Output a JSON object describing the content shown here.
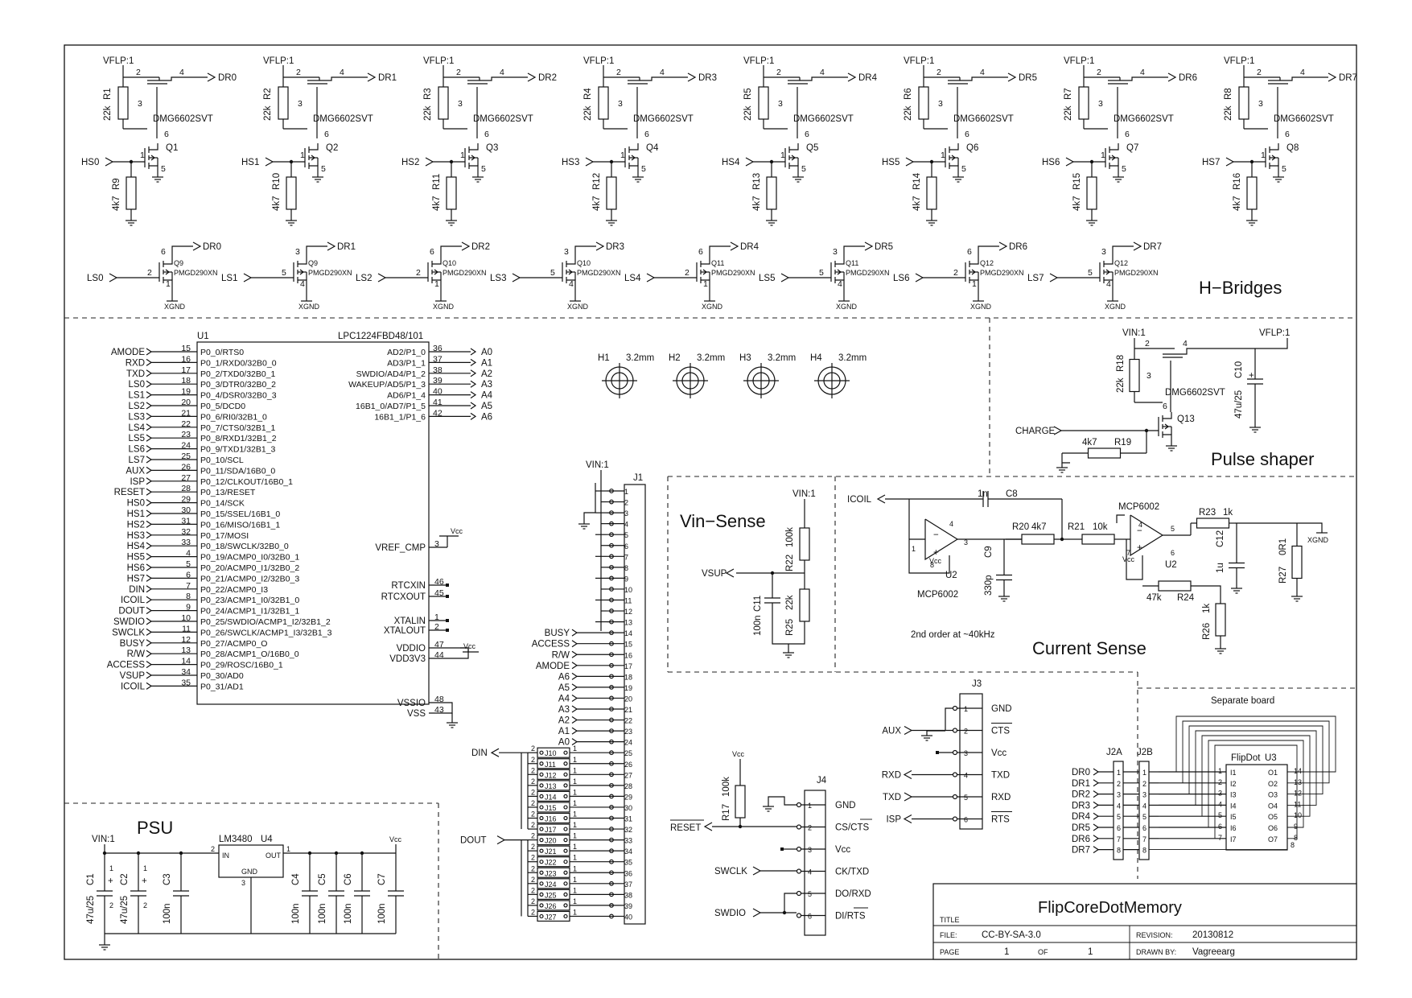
{
  "title_block": {
    "title_label": "TITLE",
    "title": "FlipCoreDotMemory",
    "file_label": "FILE:",
    "file": "CC-BY-SA-3.0",
    "revision_label": "REVISION:",
    "revision": "20130812",
    "page_label": "PAGE",
    "page": "1",
    "of_label": "OF",
    "of": "1",
    "drawn_label": "DRAWN BY:",
    "drawn": "Vagreearg"
  },
  "sections": {
    "hbridges": "H−Bridges",
    "pulse": "Pulse shaper",
    "vin_sense": "Vin−Sense",
    "current_sense": "Current Sense",
    "psu": "PSU",
    "separate": "Separate board"
  },
  "hbridge": {
    "high_side": [
      {
        "rail": "VFLP:1",
        "r": "R1",
        "rv": "22k",
        "q": "Q1",
        "hs": "HS0",
        "rpd": "R9",
        "dr": "DR0"
      },
      {
        "rail": "VFLP:1",
        "r": "R2",
        "rv": "22k",
        "q": "Q2",
        "hs": "HS1",
        "rpd": "R10",
        "dr": "DR1"
      },
      {
        "rail": "VFLP:1",
        "r": "R3",
        "rv": "22k",
        "q": "Q3",
        "hs": "HS2",
        "rpd": "R11",
        "dr": "DR2"
      },
      {
        "rail": "VFLP:1",
        "r": "R4",
        "rv": "22k",
        "q": "Q4",
        "hs": "HS3",
        "rpd": "R12",
        "dr": "DR3"
      },
      {
        "rail": "VFLP:1",
        "r": "R5",
        "rv": "22k",
        "q": "Q5",
        "hs": "HS4",
        "rpd": "R13",
        "dr": "DR4"
      },
      {
        "rail": "VFLP:1",
        "r": "R6",
        "rv": "22k",
        "q": "Q6",
        "hs": "HS5",
        "rpd": "R14",
        "dr": "DR5"
      },
      {
        "rail": "VFLP:1",
        "r": "R7",
        "rv": "22k",
        "q": "Q7",
        "hs": "HS6",
        "rpd": "R15",
        "dr": "DR6"
      },
      {
        "rail": "VFLP:1",
        "r": "R8",
        "rv": "22k",
        "q": "Q8",
        "hs": "HS7",
        "rpd": "R16",
        "dr": "DR7"
      }
    ],
    "part_high": "DMG6602SVT",
    "pd_value": "4k7",
    "low_side": [
      {
        "ls": "LS0",
        "q": "Q9",
        "dr": "DR0",
        "pin_top": "6",
        "pin_g": "2",
        "pin_b": "1"
      },
      {
        "ls": "LS1",
        "q": "Q9",
        "dr": "DR1",
        "pin_top": "3",
        "pin_g": "5",
        "pin_b": "4"
      },
      {
        "ls": "LS2",
        "q": "Q10",
        "dr": "DR2",
        "pin_top": "6",
        "pin_g": "2",
        "pin_b": "1"
      },
      {
        "ls": "LS3",
        "q": "Q10",
        "dr": "DR3",
        "pin_top": "3",
        "pin_g": "5",
        "pin_b": "4"
      },
      {
        "ls": "LS4",
        "q": "Q11",
        "dr": "DR4",
        "pin_top": "6",
        "pin_g": "2",
        "pin_b": "1"
      },
      {
        "ls": "LS5",
        "q": "Q11",
        "dr": "DR5",
        "pin_top": "3",
        "pin_g": "5",
        "pin_b": "4"
      },
      {
        "ls": "LS6",
        "q": "Q12",
        "dr": "DR6",
        "pin_top": "6",
        "pin_g": "2",
        "pin_b": "1"
      },
      {
        "ls": "LS7",
        "q": "Q12",
        "dr": "DR7",
        "pin_top": "3",
        "pin_g": "5",
        "pin_b": "4"
      }
    ],
    "part_low": "PMGD290XN",
    "xgnd": "XGND"
  },
  "mcu": {
    "ref": "U1",
    "part": "LPC1224FBD48/101",
    "left": [
      {
        "net": "AMODE",
        "pin": "15",
        "fn": "P0_0/RTS0"
      },
      {
        "net": "RXD",
        "pin": "16",
        "fn": "P0_1/RXD0/32B0_0"
      },
      {
        "net": "TXD",
        "pin": "17",
        "fn": "P0_2/TXD0/32B0_1"
      },
      {
        "net": "LS0",
        "pin": "18",
        "fn": "P0_3/DTR0/32B0_2"
      },
      {
        "net": "LS1",
        "pin": "19",
        "fn": "P0_4/DSR0/32B0_3"
      },
      {
        "net": "LS2",
        "pin": "20",
        "fn": "P0_5/DCD0"
      },
      {
        "net": "LS3",
        "pin": "21",
        "fn": "P0_6/RI0/32B1_0"
      },
      {
        "net": "LS4",
        "pin": "22",
        "fn": "P0_7/CTS0/32B1_1"
      },
      {
        "net": "LS5",
        "pin": "23",
        "fn": "P0_8/RXD1/32B1_2"
      },
      {
        "net": "LS6",
        "pin": "24",
        "fn": "P0_9/TXD1/32B1_3"
      },
      {
        "net": "LS7",
        "pin": "25",
        "fn": "P0_10/SCL"
      },
      {
        "net": "AUX",
        "pin": "26",
        "fn": "P0_11/SDA/16B0_0"
      },
      {
        "net": "ISP",
        "pin": "27",
        "fn": "P0_12/CLKOUT/16B0_1"
      },
      {
        "net": "RESET",
        "pin": "28",
        "fn": "P0_13/RESET"
      },
      {
        "net": "HS0",
        "pin": "29",
        "fn": "P0_14/SCK"
      },
      {
        "net": "HS1",
        "pin": "30",
        "fn": "P0_15/SSEL/16B1_0"
      },
      {
        "net": "HS2",
        "pin": "31",
        "fn": "P0_16/MISO/16B1_1"
      },
      {
        "net": "HS3",
        "pin": "32",
        "fn": "P0_17/MOSI"
      },
      {
        "net": "HS4",
        "pin": "33",
        "fn": "P0_18/SWCLK/32B0_0"
      },
      {
        "net": "HS5",
        "pin": "4",
        "fn": "P0_19/ACMP0_I0/32B0_1"
      },
      {
        "net": "HS6",
        "pin": "5",
        "fn": "P0_20/ACMP0_I1/32B0_2"
      },
      {
        "net": "HS7",
        "pin": "6",
        "fn": "P0_21/ACMP0_I2/32B0_3"
      },
      {
        "net": "DIN",
        "pin": "7",
        "fn": "P0_22/ACMP0_I3"
      },
      {
        "net": "ICOIL",
        "pin": "8",
        "fn": "P0_23/ACMP1_I0/32B1_0"
      },
      {
        "net": "DOUT",
        "pin": "9",
        "fn": "P0_24/ACMP1_I1/32B1_1"
      },
      {
        "net": "SWDIO",
        "pin": "10",
        "fn": "P0_25/SWDIO/ACMP1_I2/32B1_2"
      },
      {
        "net": "SWCLK",
        "pin": "11",
        "fn": "P0_26/SWCLK/ACMP1_I3/32B1_3"
      },
      {
        "net": "BUSY",
        "pin": "12",
        "fn": "P0_27/ACMP0_O"
      },
      {
        "net": "R/W",
        "pin": "13",
        "fn": "P0_28/ACMP1_O/16B0_0"
      },
      {
        "net": "ACCESS",
        "pin": "14",
        "fn": "P0_29/ROSC/16B0_1"
      },
      {
        "net": "VSUP",
        "pin": "34",
        "fn": "P0_30/AD0"
      },
      {
        "net": "ICOIL",
        "pin": "35",
        "fn": "P0_31/AD1"
      }
    ],
    "right_ad": [
      {
        "fn": "AD2/P1_0",
        "pin": "36",
        "net": "A0"
      },
      {
        "fn": "AD3/P1_1",
        "pin": "37",
        "net": "A1"
      },
      {
        "fn": "SWDIO/AD4/P1_2",
        "pin": "38",
        "net": "A2"
      },
      {
        "fn": "WAKEUP/AD5/P1_3",
        "pin": "39",
        "net": "A3"
      },
      {
        "fn": "AD6/P1_4",
        "pin": "40",
        "net": "A4"
      },
      {
        "fn": "16B1_0/AD7/P1_5",
        "pin": "41",
        "net": "A5"
      },
      {
        "fn": "16B1_1/P1_6",
        "pin": "42",
        "net": "A6"
      }
    ],
    "right_misc": [
      {
        "fn": "VREF_CMP",
        "pin": "3"
      },
      {
        "fn": "RTCXIN",
        "pin": "46"
      },
      {
        "fn": "RTCXOUT",
        "pin": "45"
      },
      {
        "fn": "XTALIN",
        "pin": "1"
      },
      {
        "fn": "XTALOUT",
        "pin": "2"
      },
      {
        "fn": "VDDIO",
        "pin": "47"
      },
      {
        "fn": "VDD3V3",
        "pin": "44"
      },
      {
        "fn": "VSSIO",
        "pin": "48"
      },
      {
        "fn": "VSS",
        "pin": "43"
      }
    ],
    "vcc": "Vcc"
  },
  "holes": [
    {
      "ref": "H1",
      "size": "3.2mm"
    },
    {
      "ref": "H2",
      "size": "3.2mm"
    },
    {
      "ref": "H3",
      "size": "3.2mm"
    },
    {
      "ref": "H4",
      "size": "3.2mm"
    }
  ],
  "j1": {
    "ref": "J1",
    "rail": "VIN:1",
    "left_nets": [
      "BUSY",
      "ACCESS",
      "R/W",
      "AMODE",
      "A6",
      "A5",
      "A4",
      "A3",
      "A2",
      "A1",
      "A0"
    ],
    "din": "DIN",
    "dout": "DOUT",
    "jumpers_top": [
      "J10",
      "J11",
      "J12",
      "J13",
      "J14",
      "J15",
      "J16",
      "J17"
    ],
    "jumpers_bot": [
      "J20",
      "J21",
      "J22",
      "J23",
      "J24",
      "J25",
      "J26",
      "J27"
    ],
    "pins": [
      "1",
      "2",
      "3",
      "4",
      "5",
      "6",
      "7",
      "8",
      "9",
      "10",
      "11",
      "12",
      "13",
      "14",
      "15",
      "16",
      "17",
      "18",
      "19",
      "20",
      "21",
      "22",
      "23",
      "24",
      "25",
      "26",
      "27",
      "28",
      "29",
      "30",
      "31",
      "32",
      "33",
      "34",
      "35",
      "36",
      "37",
      "38",
      "39",
      "40"
    ]
  },
  "pulse": {
    "vin": "VIN:1",
    "vflp": "VFLP:1",
    "r18": "R18",
    "r18v": "22k",
    "q": "Q13",
    "part": "DMG6602SVT",
    "charge": "CHARGE",
    "r19": "R19",
    "r19v": "4k7",
    "c10": "C10",
    "c10v": "47u/25"
  },
  "vinsense": {
    "vin": "VIN:1",
    "vsup": "VSUP",
    "r22": "R22",
    "r22v": "100k",
    "r25": "R25",
    "r25v": "22k",
    "c11": "C11",
    "c11v": "100n"
  },
  "isense": {
    "icoil": "ICOIL",
    "c8": "C8",
    "c8v": "1n",
    "r20": "R20",
    "r20v": "4k7",
    "r21": "R21",
    "r21v": "10k",
    "c9": "C9",
    "c9v": "330p",
    "op1": "MCP6002",
    "op2": "MCP6002",
    "u2": "U2",
    "note": "2nd order at ~40kHz",
    "r23": "R23",
    "r23v": "1k",
    "r24": "R24",
    "r24v": "47k",
    "r26": "R26",
    "r26v": "1k",
    "r27": "R27",
    "r27v": "0R1",
    "c12": "C12",
    "c12v": "1u",
    "vcc": "Vcc",
    "xgnd": "XGND"
  },
  "j3": {
    "ref": "J3",
    "pins": [
      "1",
      "2",
      "3",
      "4",
      "5",
      "6"
    ],
    "labels": [
      "GND",
      "CTS",
      "Vcc",
      "TXD",
      "RXD",
      "RTS"
    ],
    "nets": [
      "",
      "AUX",
      "",
      "RXD",
      "TXD",
      "ISP"
    ]
  },
  "j4": {
    "ref": "J4",
    "pins": [
      "1",
      "2",
      "3",
      "4",
      "5",
      "6"
    ],
    "labels": [
      "GND",
      "CS/CTS",
      "Vcc",
      "CK/TXD",
      "DO/RXD",
      "DI/RTS"
    ],
    "reset": "RESET",
    "swclk": "SWCLK",
    "swdio": "SWDIO",
    "r17": "R17",
    "r17v": "100k",
    "vcc": "Vcc"
  },
  "psu": {
    "vin": "VIN:1",
    "vcc": "Vcc",
    "reg": "LM3480",
    "ref": "U4",
    "in": "IN",
    "out": "OUT",
    "gnd": "GND",
    "caps": [
      {
        "ref": "C1",
        "val": "47u/25"
      },
      {
        "ref": "C2",
        "val": "47u/25"
      },
      {
        "ref": "C3",
        "val": "100n"
      },
      {
        "ref": "C4",
        "val": "100n"
      },
      {
        "ref": "C5",
        "val": "100n"
      },
      {
        "ref": "C6",
        "val": "100n"
      },
      {
        "ref": "C7",
        "val": "100n"
      }
    ]
  },
  "separate": {
    "j2a": "J2A",
    "j2b": "J2B",
    "flipdot": "FlipDot",
    "u3": "U3",
    "nets": [
      "DR0",
      "DR1",
      "DR2",
      "DR3",
      "DR4",
      "DR5",
      "DR6",
      "DR7"
    ],
    "inputs": [
      "I1",
      "I2",
      "I3",
      "I4",
      "I5",
      "I6",
      "I7"
    ],
    "outputs": [
      "O1",
      "O2",
      "O3",
      "O4",
      "O5",
      "O6",
      "O7"
    ],
    "in_pins": [
      "1",
      "2",
      "3",
      "4",
      "5",
      "6",
      "7"
    ],
    "out_pins": [
      "14",
      "13",
      "12",
      "11",
      "10",
      "9",
      "8"
    ]
  }
}
